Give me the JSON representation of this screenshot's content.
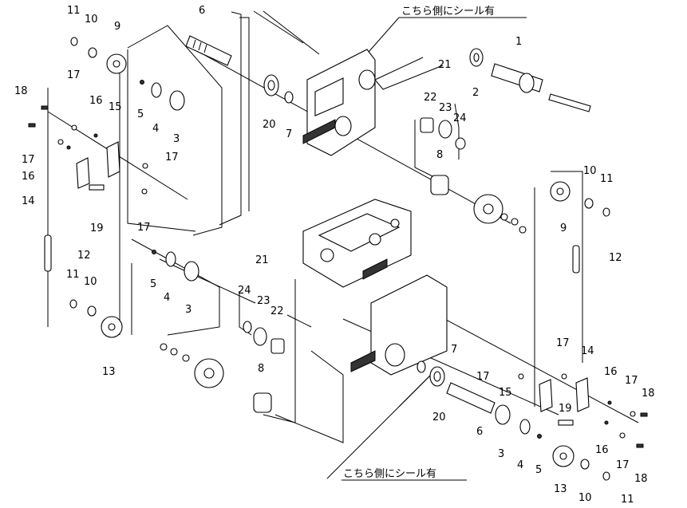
{
  "notes": {
    "top": "こちら側にシール有",
    "bottom": "こちら側にシール有"
  },
  "labels": {
    "p1": "1",
    "p2": "2",
    "p3a": "3",
    "p3b": "3",
    "p3c": "3",
    "p4a": "4",
    "p4b": "4",
    "p4c": "4",
    "p5a": "5",
    "p5b": "5",
    "p5c": "5",
    "p6a": "6",
    "p6b": "6",
    "p7a": "7",
    "p7b": "7",
    "p8a": "8",
    "p8b": "8",
    "p9a": "9",
    "p9b": "9",
    "p10a": "10",
    "p10b": "10",
    "p10c": "10",
    "p10d": "10",
    "p11a": "11",
    "p11b": "11",
    "p11c": "11",
    "p11d": "11",
    "p12a": "12",
    "p12b": "12",
    "p13a": "13",
    "p13b": "13",
    "p14a": "14",
    "p14b": "14",
    "p15a": "15",
    "p15b": "15",
    "p16a": "16",
    "p16b": "16",
    "p16c": "16",
    "p16d": "16",
    "p17a": "17",
    "p17b": "17",
    "p17c": "17",
    "p17d": "17",
    "p17e": "17",
    "p17f": "17",
    "p17g": "17",
    "p18a": "18",
    "p18b": "18",
    "p19a": "19",
    "p19b": "19",
    "p20a": "20",
    "p20b": "20",
    "p21a": "21",
    "p21b": "21",
    "p22a": "22",
    "p22b": "22",
    "p23a": "23",
    "p23b": "23",
    "p24a": "24",
    "p24b": "24"
  }
}
